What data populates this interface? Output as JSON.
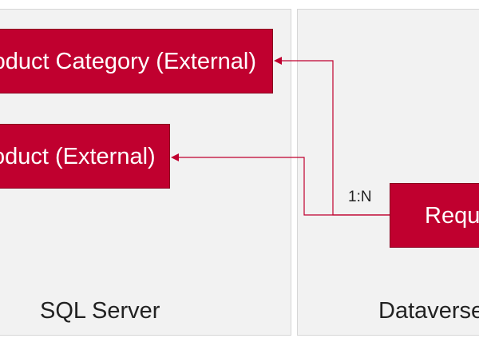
{
  "panels": {
    "sql_server": "SQL Server",
    "dataverse": "Dataverse"
  },
  "entities": {
    "product_category": "Product Category (External)",
    "product": "Product (External)",
    "request": "Request"
  },
  "relationship": {
    "cardinality": "1:N"
  },
  "colors": {
    "entity_fill": "#c0002f",
    "connector": "#c0002f",
    "panel_fill": "#f2f2f2"
  }
}
